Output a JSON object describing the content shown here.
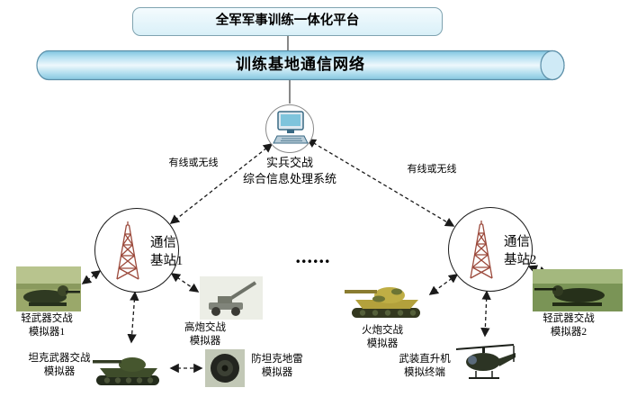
{
  "platform": {
    "title": "全军军事训练一体化平台"
  },
  "network_bus": {
    "title": "训练基地通信网络"
  },
  "processor": {
    "label": "实兵交战\n综合信息处理系统"
  },
  "link_labels": {
    "left": "有线或无线",
    "right": "有线或无线"
  },
  "stations": {
    "left": {
      "label": "通信\n基站1"
    },
    "right": {
      "label": "通信\n基站2"
    },
    "ellipsis": "......"
  },
  "devices": {
    "light_weapon_sim_1": {
      "label": "轻武器交战\n模拟器1"
    },
    "tank_weapon_sim": {
      "label": "坦克武器交战\n模拟器"
    },
    "aa_gun_sim": {
      "label": "高炮交战\n模拟器"
    },
    "antitank_mine_sim": {
      "label": "防坦克地雷\n模拟器"
    },
    "artillery_sim": {
      "label": "火炮交战\n模拟器"
    },
    "helicopter_terminal": {
      "label": "武装直升机\n模拟终端"
    },
    "light_weapon_sim_2": {
      "label": "轻武器交战\n模拟器2"
    }
  },
  "colors": {
    "cylinder_fill_light": "#eef8fc",
    "cylinder_fill_dark": "#7fc4e0",
    "cylinder_stroke": "#5b8fa8",
    "platform_fill": "#d9f0f8",
    "tower_color": "#9c4a3c",
    "arrow_color": "#1a1a1a"
  }
}
